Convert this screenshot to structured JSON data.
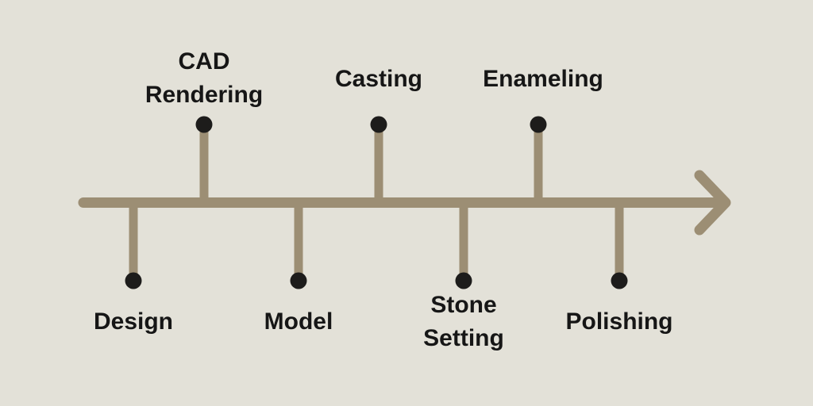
{
  "colors": {
    "background": "#e3e1d8",
    "line": "#9c8e74",
    "dot": "#1d1c1b",
    "text": "#161616"
  },
  "timeline": {
    "type": "process-timeline",
    "orientation": "horizontal",
    "direction": "left-to-right",
    "arrow": "right-arrowhead",
    "milestones": [
      {
        "label": "Design",
        "side": "below",
        "lines": [
          "Design"
        ]
      },
      {
        "label": "CAD Rendering",
        "side": "above",
        "lines": [
          "CAD",
          "Rendering"
        ]
      },
      {
        "label": "Model",
        "side": "below",
        "lines": [
          "Model"
        ]
      },
      {
        "label": "Casting",
        "side": "above",
        "lines": [
          "Casting"
        ]
      },
      {
        "label": "Stone Setting",
        "side": "below",
        "lines": [
          "Stone",
          "Setting"
        ]
      },
      {
        "label": "Enameling",
        "side": "above",
        "lines": [
          "Enameling"
        ]
      },
      {
        "label": "Polishing",
        "side": "below",
        "lines": [
          "Polishing"
        ]
      }
    ]
  }
}
